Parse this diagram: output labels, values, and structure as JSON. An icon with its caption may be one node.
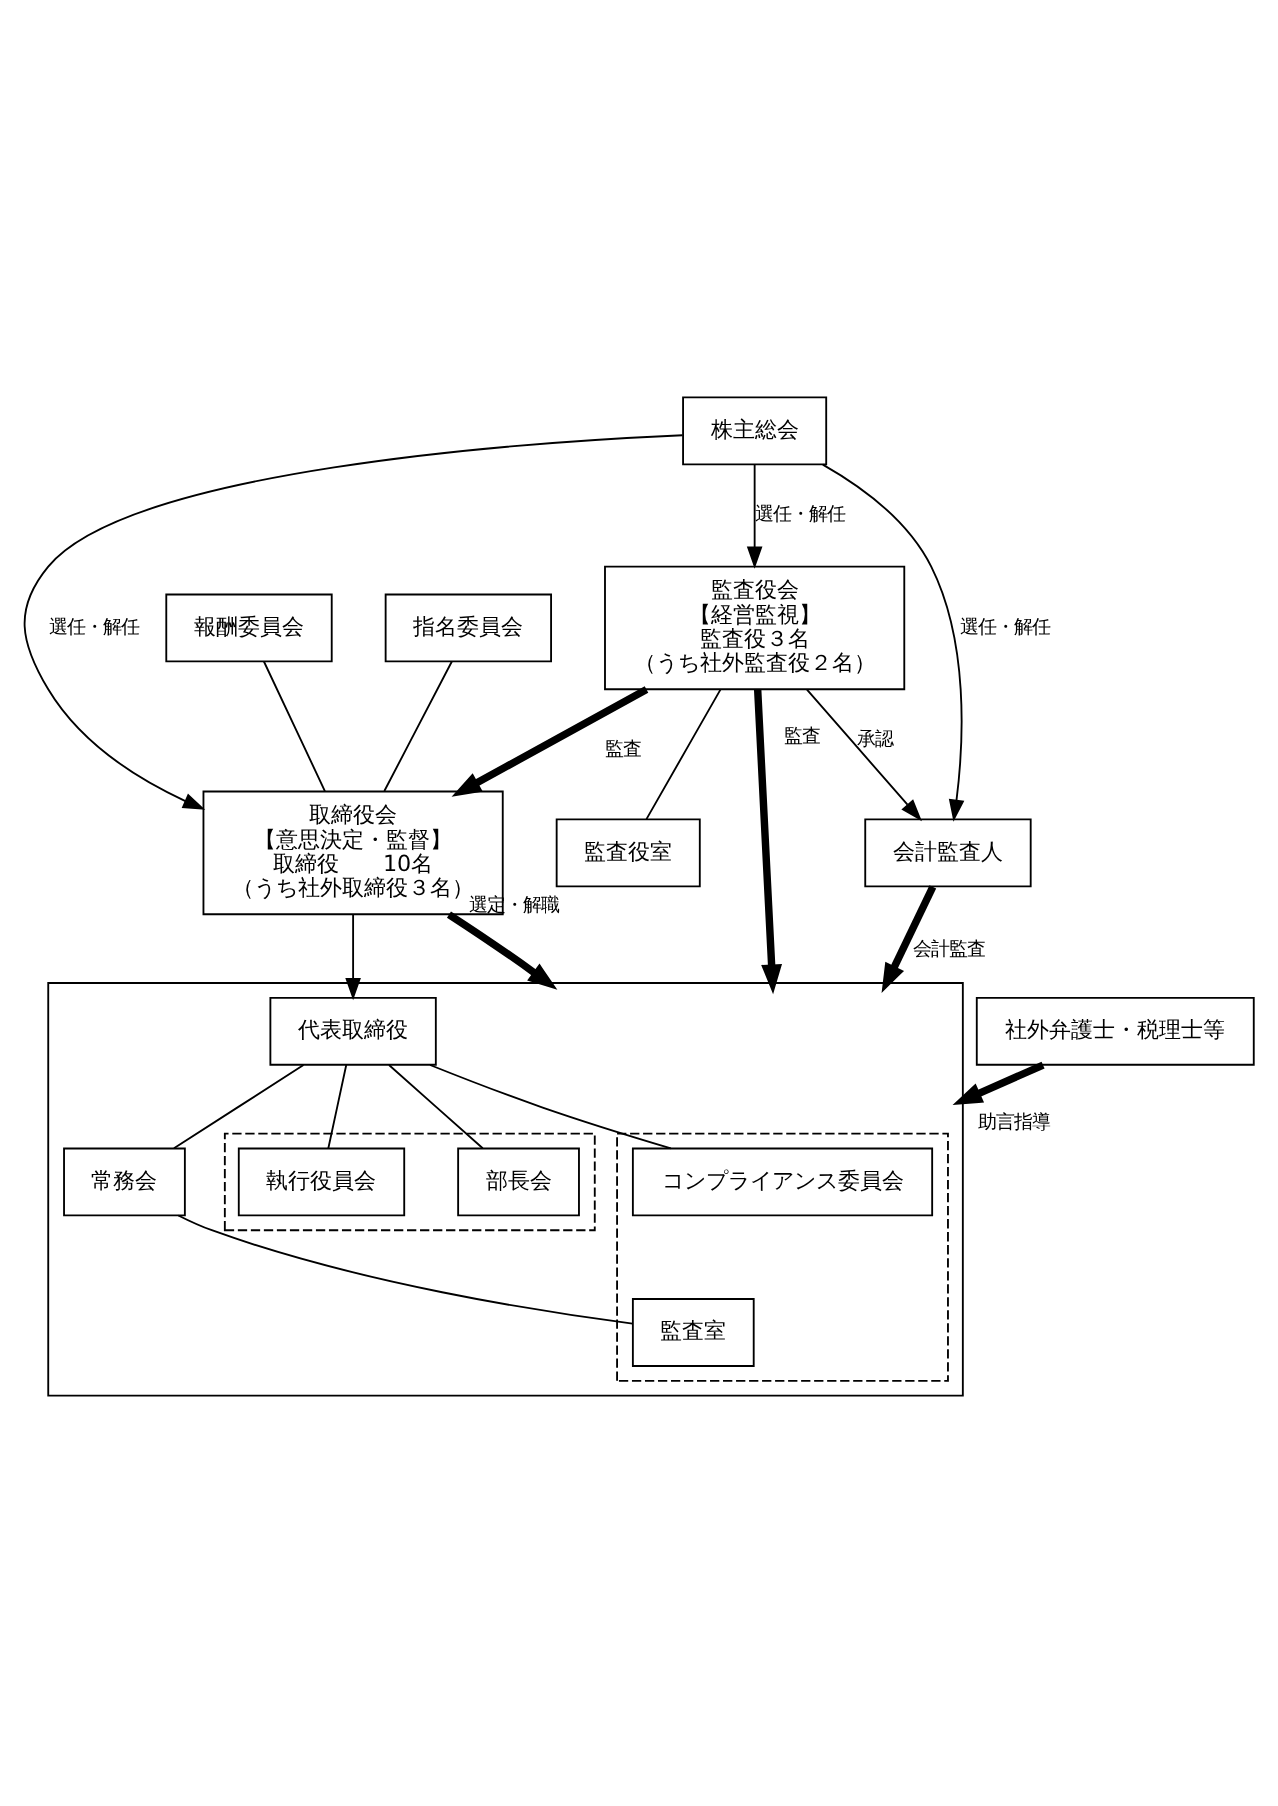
{
  "diagram": {
    "nodes": [
      {
        "text": [
          "株主総会"
        ]
      },
      {
        "text": [
          "報酬委員会"
        ]
      },
      {
        "text": [
          "指名委員会"
        ]
      },
      {
        "text": [
          "取締役会",
          "【意思決定・監督】",
          "取締役　　10名",
          "（うち社外取締役３名）"
        ]
      },
      {
        "text": [
          "監査役会",
          "【経営監視】",
          "監査役３名",
          "（うち社外監査役２名）"
        ]
      },
      {
        "text": [
          "監査役室"
        ]
      },
      {
        "text": [
          "会計監査人"
        ]
      },
      {
        "text": [],
        "shape": "box"
      },
      {
        "text": [
          "代表取締役"
        ],
        "in": 7
      },
      {
        "text": [
          "常務会"
        ],
        "in": 7
      },
      {
        "text": [],
        "shape": "box",
        "in": 7
      },
      {
        "text": [
          "執行役員会"
        ],
        "in": 10
      },
      {
        "text": [
          "部長会"
        ],
        "in": 10
      },
      {
        "text": [],
        "shape": "box",
        "in": 7
      },
      {
        "text": [
          "監査室"
        ],
        "in": 13
      },
      {
        "text": [
          "コンプライアンス委員会"
        ],
        "in": 13
      },
      {
        "text": [
          "社外弁護士・税理士等"
        ]
      }
    ],
    "edges": [
      {
        "from": 0,
        "to": 3,
        "arrow": "to",
        "label": "選任・解任"
      },
      {
        "from": 0,
        "to": 4,
        "arrow": "to",
        "label": "選任・解任"
      },
      {
        "from": 0,
        "to": 6,
        "arrow": "to",
        "label": "選任・解任"
      },
      {
        "from": 1,
        "to": 3,
        "arrow": "none"
      },
      {
        "from": 2,
        "to": 3,
        "arrow": "none"
      },
      {
        "from": 4,
        "to": 3,
        "arrow": "to",
        "label": "監査",
        "style": "thick"
      },
      {
        "from": 4,
        "to": 5,
        "arrow": "none"
      },
      {
        "from": 4,
        "to": 6,
        "arrow": "to",
        "label": "承認"
      },
      {
        "from": 3,
        "to": 8,
        "arrow": "to"
      },
      {
        "from": 3,
        "to": 7,
        "arrow": "to",
        "label": "選定・解職",
        "style": "thick"
      },
      {
        "from": 4,
        "to": 7,
        "arrow": "to",
        "label": "監査",
        "style": "thick"
      },
      {
        "from": 6,
        "to": 7,
        "arrow": "to",
        "label": "会計監査",
        "style": "thick"
      },
      {
        "from": 16,
        "to": 7,
        "arrow": "to",
        "label": "助言指導",
        "style": "thick"
      },
      {
        "from": 8,
        "to": 9,
        "arrow": "none"
      },
      {
        "from": 8,
        "to": 11,
        "arrow": "none"
      },
      {
        "from": 8,
        "to": 12,
        "arrow": "none"
      },
      {
        "from": 8,
        "to": 15,
        "arrow": "none"
      },
      {
        "from": 9,
        "to": 14,
        "arrow": "none"
      }
    ]
  }
}
